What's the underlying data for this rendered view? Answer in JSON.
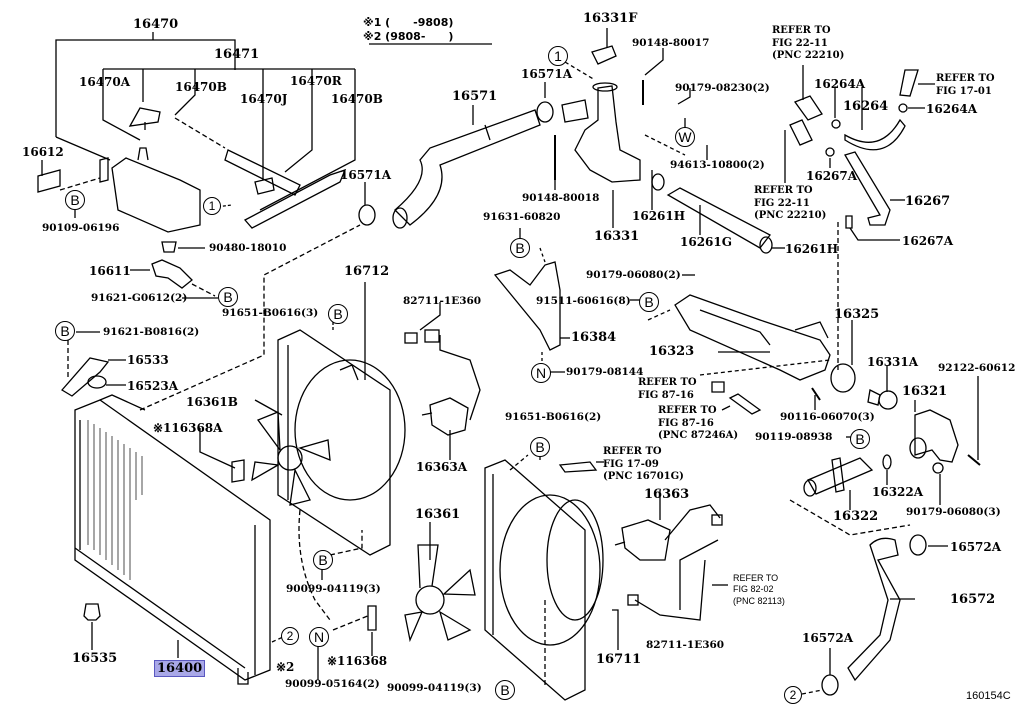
{
  "diagram": {
    "figure_id": "160154C",
    "notes": {
      "note1": "※1 (      -9808)",
      "note2": "※2 (9808-      )"
    },
    "highlighted_part": "16400",
    "labels": {
      "p16470": "16470",
      "p16471": "16471",
      "p16470A": "16470A",
      "p16470B_a": "16470B",
      "p16470J": "16470J",
      "p16470R": "16470R",
      "p16470B_b": "16470B",
      "p16612": "16612",
      "p90109": "90109-06196",
      "p90480": "90480-18010",
      "p16611": "16611",
      "p91621g": "91621-G0612(2)",
      "p91621b": "91621-B0816(2)",
      "p16533": "16533",
      "p16523A": "16523A",
      "p16361B": "16361B",
      "p16368A": "※116368A",
      "p16571": "16571",
      "p16571A_top": "16571A",
      "p16571A_left": "16571A",
      "p16331F": "16331F",
      "p90148_17": "90148-80017",
      "p90148_18": "90148-80018",
      "p90179_08230": "90179-08230(2)",
      "p94613": "94613-10800(2)",
      "p16331": "16331",
      "p16261H_a": "16261H",
      "p16261G": "16261G",
      "p16261H_b": "16261H",
      "p16264A_a": "16264A",
      "p16264": "16264",
      "p16264A_b": "16264A",
      "p16267A_a": "16267A",
      "p16267": "16267",
      "p16267A_b": "16267A",
      "p16712": "16712",
      "p91651_3": "91651-B0616(3)",
      "p82711_a": "82711-1E360",
      "p91631": "91631-60820",
      "p90179_06080_2": "90179-06080(2)",
      "p91511": "91511-60616(8)",
      "p16384": "16384",
      "p16323": "16323",
      "p16325": "16325",
      "p90179_08144": "90179-08144",
      "p16331A": "16331A",
      "p92122": "92122-60612",
      "p16321": "16321",
      "p90116": "90116-06070(3)",
      "p90119": "90119-08938",
      "p16363A": "16363A",
      "p91651_2": "91651-B0616(2)",
      "p16363": "16363",
      "p16322": "16322",
      "p16322A": "16322A",
      "p90179_06080_3": "90179-06080(3)",
      "p16572A_a": "16572A",
      "p16572": "16572",
      "p16572A_b": "16572A",
      "p16361": "16361",
      "p16711": "16711",
      "p82711_b": "82711-1E360",
      "p90099_04119_a": "90099-04119(3)",
      "p90099_04119_b": "90099-04119(3)",
      "p90099_05164": "90099-05164(2)",
      "p116368": "※116368",
      "p16535": "16535",
      "p16400": "16400",
      "note2_marker": "※2"
    },
    "references": {
      "ref_22_11_a": "REFER TO\nFIG 22-11\n(PNC 22210)",
      "ref_17_01": "REFER TO\nFIG 17-01",
      "ref_22_11_b": "REFER TO\nFIG 22-11\n(PNC 22210)",
      "ref_87_16_a": "REFER TO\nFIG 87-16",
      "ref_87_16_b": "REFER TO\nFIG 87-16\n(PNC 87246A)",
      "ref_17_09": "REFER TO\nFIG 17-09\n(PNC 16701G)",
      "ref_82_02": "REFER TO\nFIG 82-02\n(PNC 82113)"
    },
    "callouts": {
      "B": "B",
      "N": "N",
      "W": "W",
      "one": "1",
      "two": "2"
    }
  }
}
